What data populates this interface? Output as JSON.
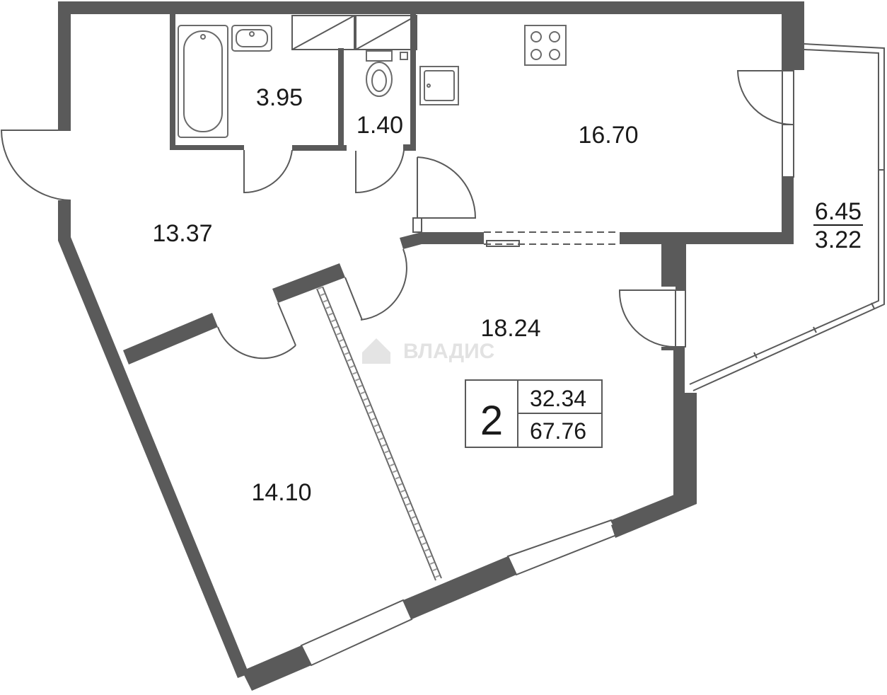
{
  "rooms": {
    "bathroom": "3.95",
    "toilet": "1.40",
    "kitchen": "16.70",
    "hall": "13.37",
    "living": "18.24",
    "bedroom": "14.10",
    "balcony_total": "6.45",
    "balcony_reduced": "3.22"
  },
  "summary": {
    "room_count": "2",
    "living_area": "32.34",
    "total_area": "67.76"
  },
  "watermark": "ВЛАДИС",
  "colors": {
    "wall": "#5a5a5a",
    "text": "#1a1a1a",
    "watermark": "#d9d9d9"
  }
}
